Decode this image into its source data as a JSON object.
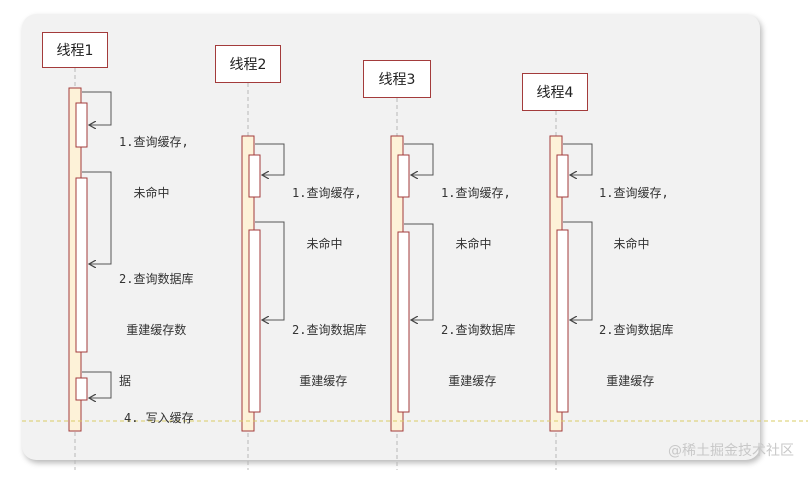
{
  "diagram": {
    "threads": [
      {
        "id": "t1",
        "name": "线程1",
        "steps": [
          {
            "lines": [
              "1.查询缓存,",
              "  未命中"
            ]
          },
          {
            "lines": [
              "2.查询数据库",
              " 重建缓存数",
              "据"
            ]
          },
          {
            "lines": [
              "4. 写入缓存"
            ]
          }
        ]
      },
      {
        "id": "t2",
        "name": "线程2",
        "steps": [
          {
            "lines": [
              "1.查询缓存,",
              "  未命中"
            ]
          },
          {
            "lines": [
              "2.查询数据库",
              " 重建缓存"
            ]
          }
        ]
      },
      {
        "id": "t3",
        "name": "线程3",
        "steps": [
          {
            "lines": [
              "1.查询缓存,",
              "  未命中"
            ]
          },
          {
            "lines": [
              "2.查询数据库",
              " 重建缓存"
            ]
          }
        ]
      },
      {
        "id": "t4",
        "name": "线程4",
        "steps": [
          {
            "lines": [
              "1.查询缓存,",
              "  未命中"
            ]
          },
          {
            "lines": [
              "2.查询数据库",
              " 重建缓存"
            ]
          }
        ]
      }
    ],
    "colors": {
      "activation_fill": "#fdf2d8",
      "activation_border": "#a33b3b",
      "self_call_border": "#a33b3b",
      "lifeline": "#b8b8b8",
      "divider": "#d9cc66"
    }
  },
  "watermark": "@稀土掘金技术社区"
}
